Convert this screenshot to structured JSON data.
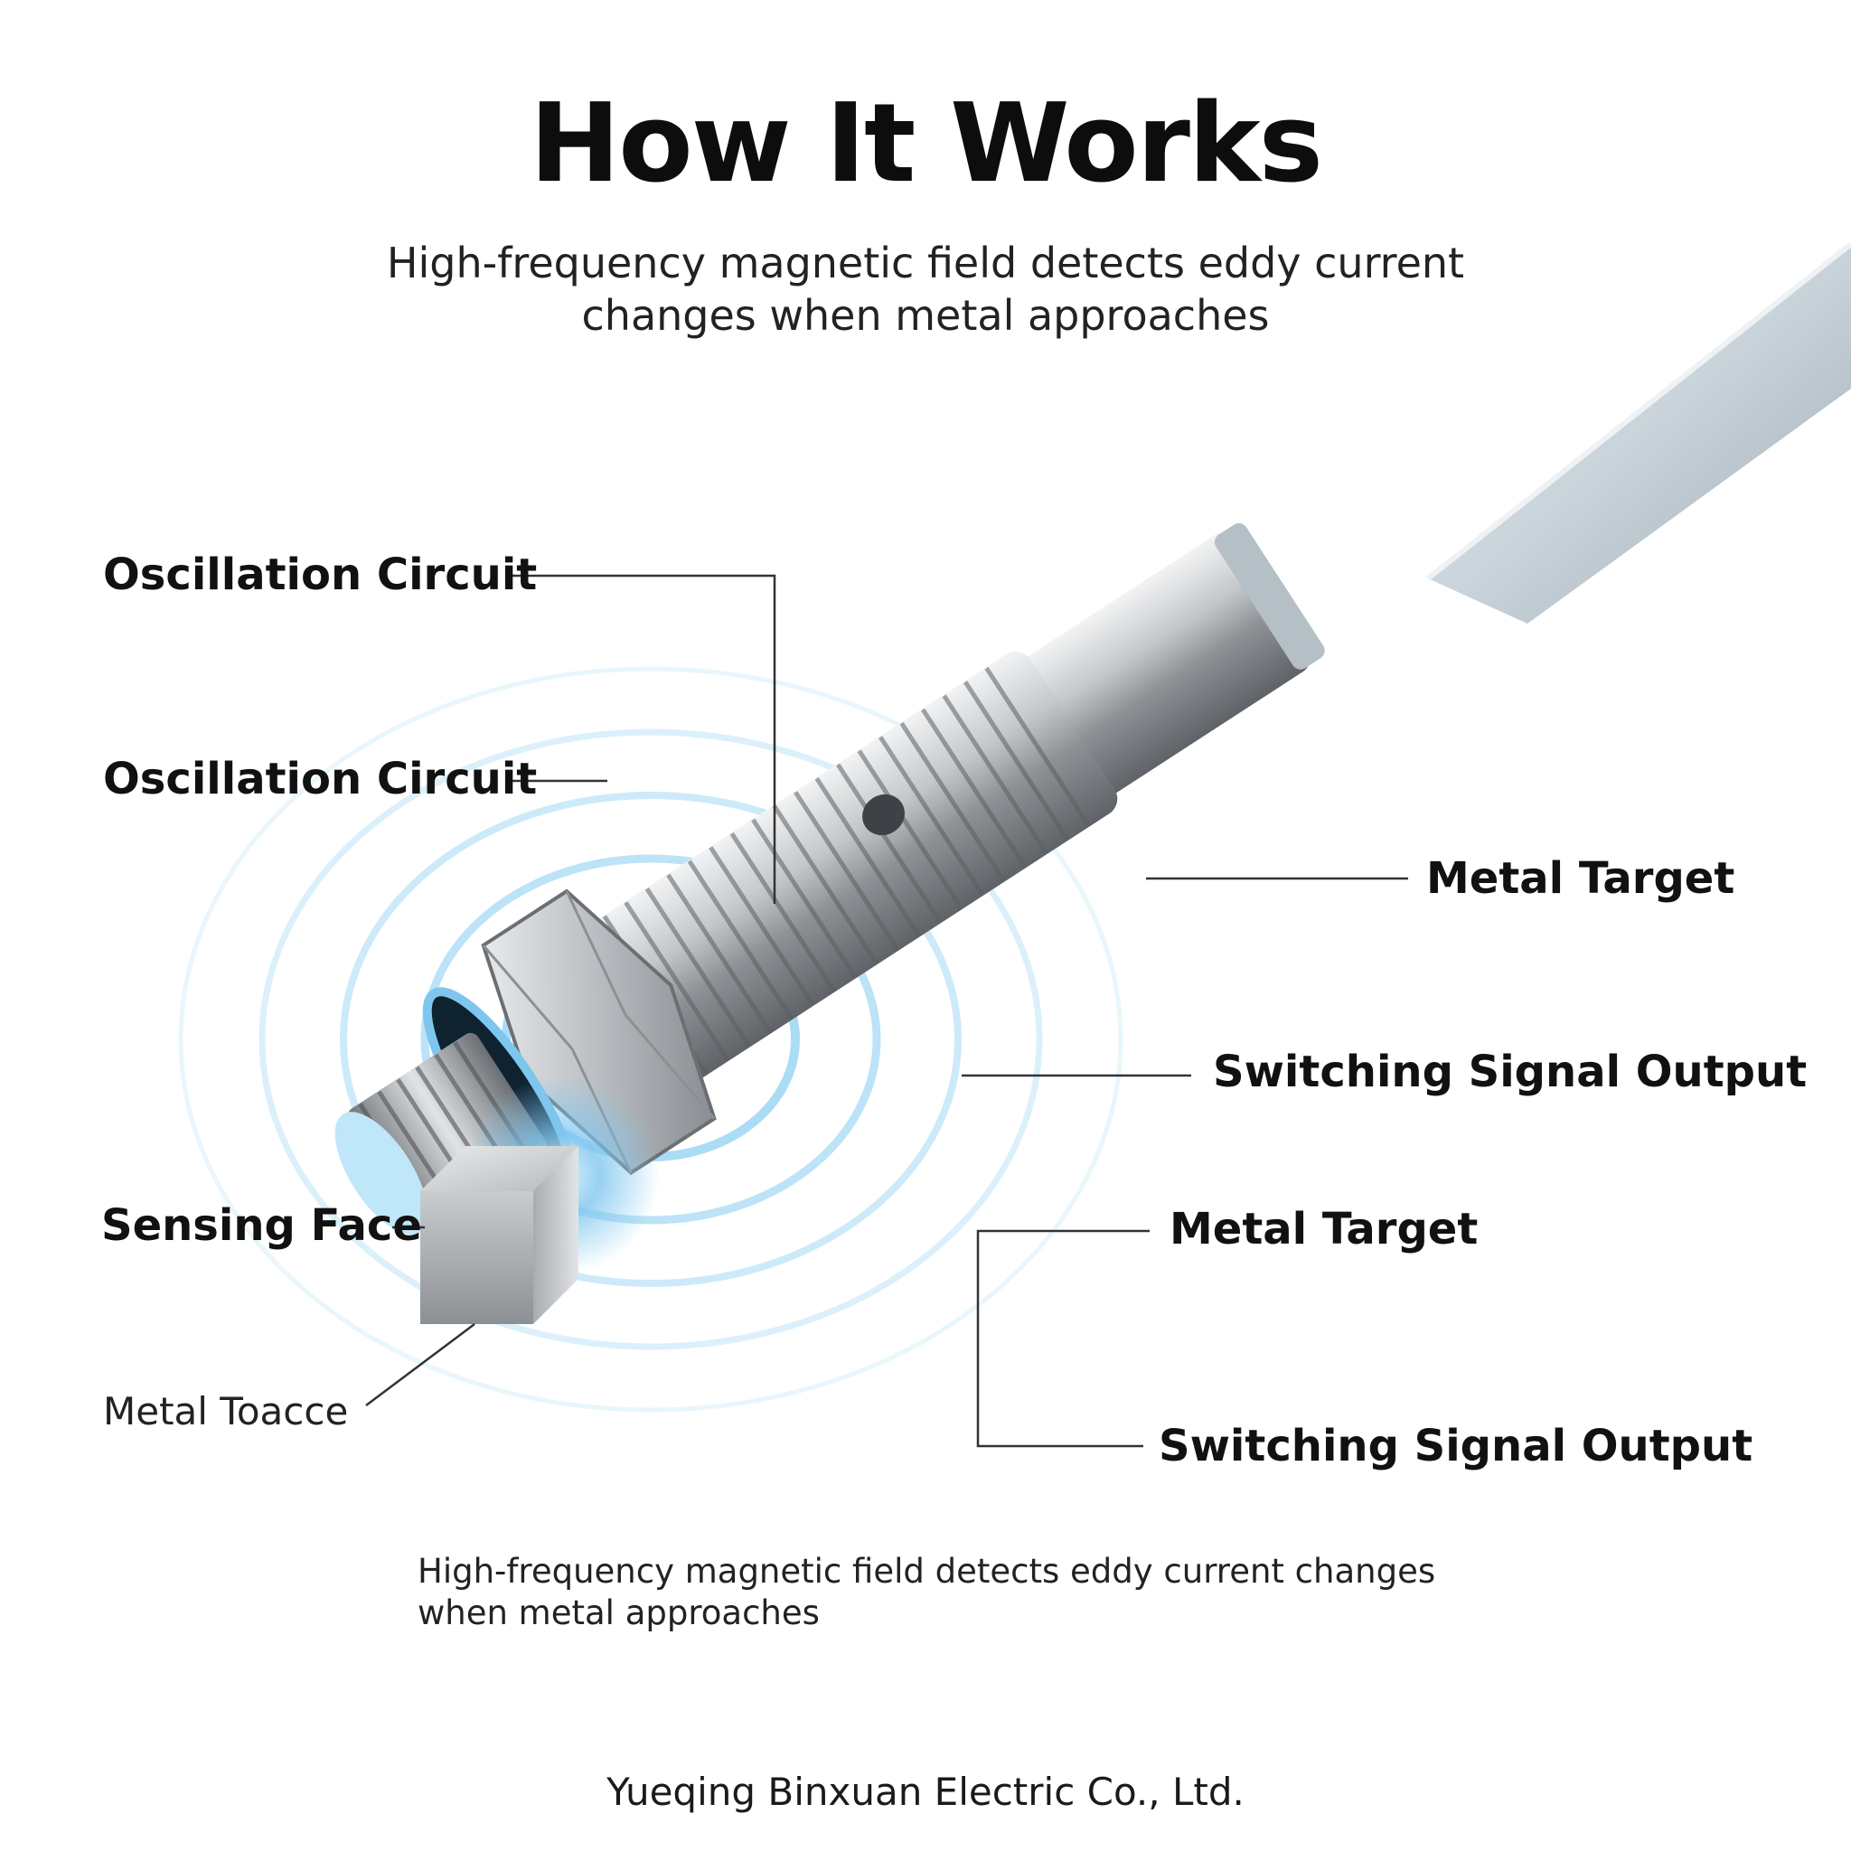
{
  "header": {
    "title": "How It Works",
    "subtitle": "High-frequency magnetic field detects eddy current changes when metal approaches"
  },
  "callouts": [
    {
      "id": "oscillation-circuit-1",
      "text": "Oscillation Circuit"
    },
    {
      "id": "oscillation-circuit-2",
      "text": "Oscillation Circuit"
    },
    {
      "id": "metal-target-1",
      "text": "Metal Target"
    },
    {
      "id": "switching-signal-output-1",
      "text": "Switching Signal Output"
    },
    {
      "id": "sensing-face",
      "text": "Sensing Face"
    },
    {
      "id": "metal-target-2",
      "text": "Metal Target"
    },
    {
      "id": "metal-toacce",
      "text": "Metal Toacce"
    },
    {
      "id": "switching-signal-output-2",
      "text": "Switching Signal Output"
    }
  ],
  "caption": "High-frequency magnetic field detects eddy current changes when metal approaches",
  "footer": "Yueqing Binxuan Electric Co., Ltd.",
  "colors": {
    "cable": "#c9d3da",
    "steel": "#b8bcc0",
    "field_glow": "#7fc6ee",
    "leader_line": "#333333"
  }
}
